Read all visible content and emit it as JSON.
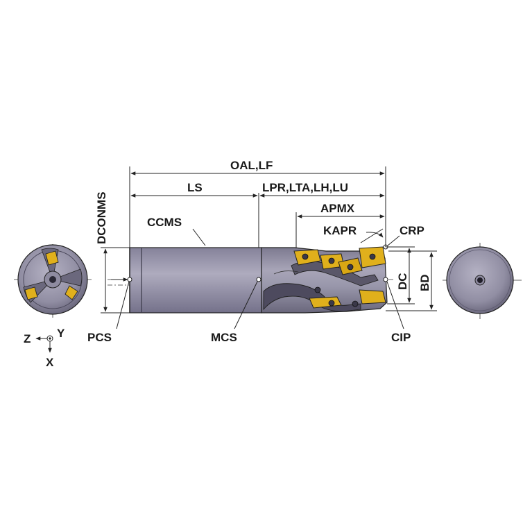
{
  "labels": {
    "oal_lf": "OAL,LF",
    "ls": "LS",
    "lpr_group": "LPR,LTA,LH,LU",
    "apmx": "APMX",
    "kapr": "KAPR",
    "crp": "CRP",
    "dconms": "DCONMS",
    "ccms": "CCMS",
    "pcs": "PCS",
    "mcs": "MCS",
    "cip": "CIP",
    "dc": "DC",
    "bd": "BD"
  },
  "axes": {
    "z": "Z",
    "y": "Y",
    "x": "X"
  },
  "colors": {
    "body_gray": "#8f8c9f",
    "body_light": "#a8a5b8",
    "body_dark": "#5f5c70",
    "insert_gold": "#e0b01c",
    "insert_dark": "#a57a08",
    "line": "#222222"
  },
  "icons": {
    "arrow_left": "arrow-left-icon",
    "arrow_down": "arrow-down-icon",
    "origin": "origin-icon"
  }
}
